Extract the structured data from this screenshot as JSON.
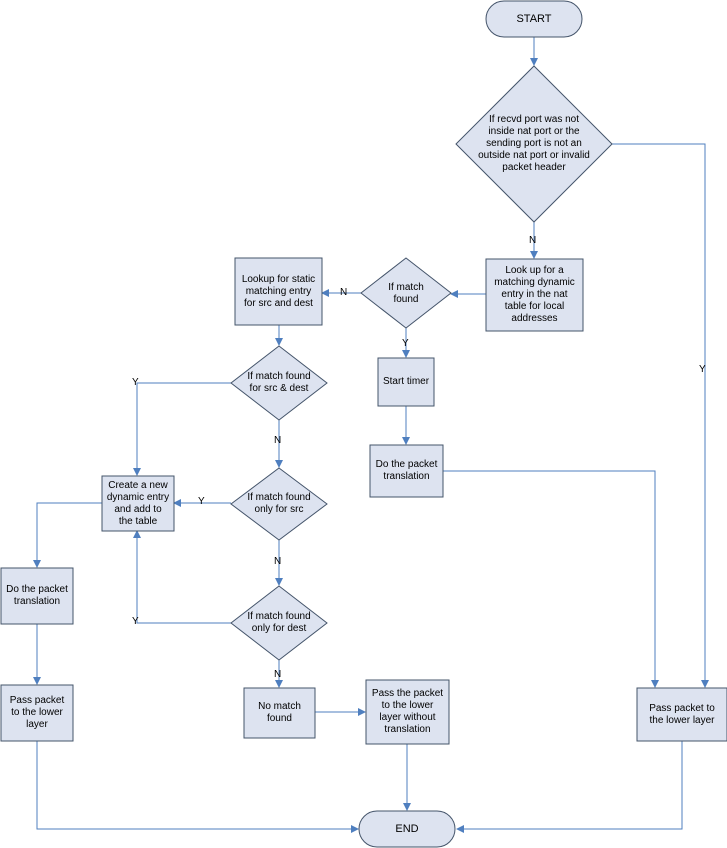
{
  "nodes": {
    "start": "START",
    "check_port": "If recvd port was not\ninside nat port or the\nsending port is not an\noutside nat port or invalid\npacket header",
    "lookup_dynamic": "Look up for a\nmatching dynamic\nentry in the nat\ntable for local\naddresses",
    "match_found_1": "If match\nfound",
    "lookup_static": "Lookup for static\nmatching entry\nfor src and dest",
    "start_timer": "Start timer",
    "translate_right": "Do the packet\ntranslation",
    "match_src_dest": "If match found\nfor src & dest",
    "create_dynamic": "Create a new\ndynamic entry\nand add to\nthe table",
    "match_only_src": "If match found\nonly for src",
    "translate_left": "Do the packet\ntranslation",
    "match_only_dest": "If match found\nonly for dest",
    "pass_left": "Pass packet\nto the lower\nlayer",
    "no_match": "No match\nfound",
    "pass_no_translation": "Pass the packet\nto the lower\nlayer without\ntranslation",
    "pass_right": "Pass packet to\nthe lower layer",
    "end": "END"
  },
  "edge_labels": {
    "check_no": "N",
    "check_yes": "Y",
    "match1_no": "N",
    "match1_yes": "Y",
    "srcdest_yes": "Y",
    "srcdest_no": "N",
    "onlysrc_yes": "Y",
    "onlysrc_no": "N",
    "onlydest_yes": "Y",
    "onlydest_no": "N"
  },
  "colors": {
    "fill": "#dde3f0",
    "stroke": "#44546a",
    "arrow": "#4f7fbf"
  }
}
